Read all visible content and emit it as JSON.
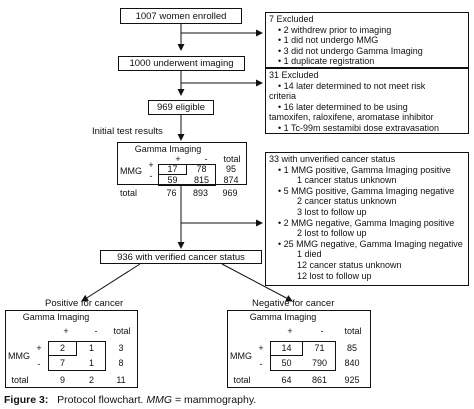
{
  "flow": {
    "enrolled": "1007 women enrolled",
    "underwent": "1000 underwent imaging",
    "eligible": "969 eligible",
    "initial_results": "Initial test results",
    "verified": "936 with verified cancer status",
    "positive_label": "Positive for cancer",
    "negative_label": "Negative for cancer"
  },
  "excl1": {
    "title": "7 Excluded",
    "items": [
      "• 2 withdrew prior to imaging",
      "• 1 did not undergo MMG",
      "• 3 did not undergo Gamma Imaging",
      "• 1 duplicate registration"
    ]
  },
  "excl2": {
    "title": "31 Excluded",
    "lines": [
      "• 14 later determined to not meet risk",
      "criteria",
      "• 16 later determined to be using",
      "tamoxifen, raloxifene, aromatase inhibitor",
      "• 1 Tc-99m sestamibi dose extravasation"
    ]
  },
  "unverified": {
    "title": "33 with unverified cancer status",
    "lines": [
      "• 1 MMG positive, Gamma Imaging positive",
      "1 cancer status unknown",
      "• 5 MMG positive, Gamma Imaging negative",
      "2 cancer status unknown",
      "3 lost to follow up",
      "• 2 MMG negative, Gamma Imaging positive",
      "2 lost to follow up",
      "• 25 MMG negative, Gamma Imaging negative",
      "1 died",
      "12 cancer status unknown",
      "12 lost to follow up"
    ]
  },
  "tables": {
    "main": {
      "header": "Gamma Imaging",
      "plus": "+",
      "minus": "-",
      "total": "total",
      "row_label": "MMG",
      "r1": [
        "17",
        "78",
        "95"
      ],
      "r2": [
        "59",
        "815",
        "874"
      ],
      "tot": [
        "76",
        "893",
        "969"
      ]
    },
    "pos": {
      "header": "Gamma Imaging",
      "plus": "+",
      "minus": "-",
      "total": "total",
      "row_label": "MMG",
      "r1": [
        "2",
        "1",
        "3"
      ],
      "r2": [
        "7",
        "1",
        "8"
      ],
      "tot": [
        "9",
        "2",
        "11"
      ]
    },
    "neg": {
      "header": "Gamma Imaging",
      "plus": "+",
      "minus": "-",
      "total": "total",
      "row_label": "MMG",
      "r1": [
        "14",
        "71",
        "85"
      ],
      "r2": [
        "50",
        "790",
        "840"
      ],
      "tot": [
        "64",
        "861",
        "925"
      ]
    }
  },
  "caption": {
    "label": "Figure 3:",
    "text_a": "Protocol flowchart. ",
    "abbr": "MMG",
    "text_b": " = mammography."
  }
}
